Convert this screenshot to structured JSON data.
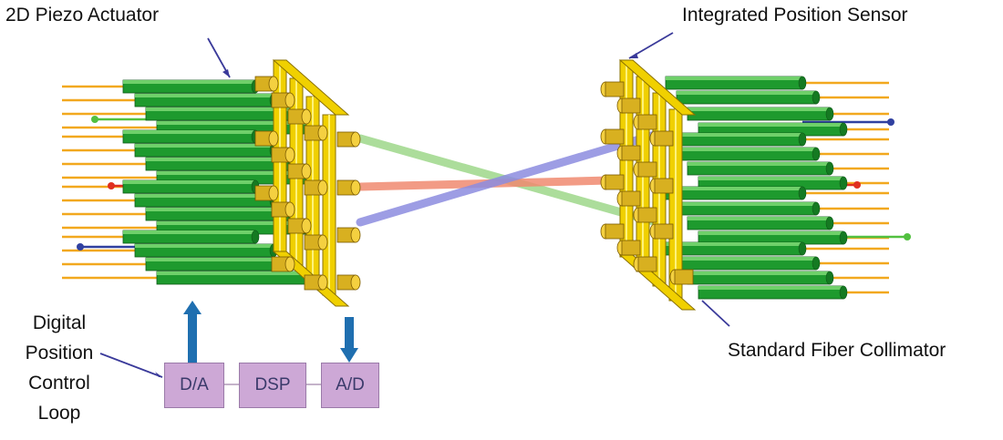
{
  "labels": {
    "actuator": "2D Piezo Actuator",
    "sensor": "Integrated Position Sensor",
    "collimator": "Standard Fiber Collimator",
    "loop": [
      "Digital",
      "Position",
      "Control",
      "Loop"
    ]
  },
  "blocks": {
    "da": "D/A",
    "dsp": "DSP",
    "ad": "A/D"
  },
  "colors": {
    "fiber": "#f2a81e",
    "collimator": "#1e9a2e",
    "frame": "#f0d000",
    "lens": "#d8b020",
    "beam_green": "#9ed88a",
    "beam_red": "#f08a70",
    "beam_blue": "#8c8ce0",
    "arrow": "#1f6fb0",
    "box": "#cda8d6"
  }
}
